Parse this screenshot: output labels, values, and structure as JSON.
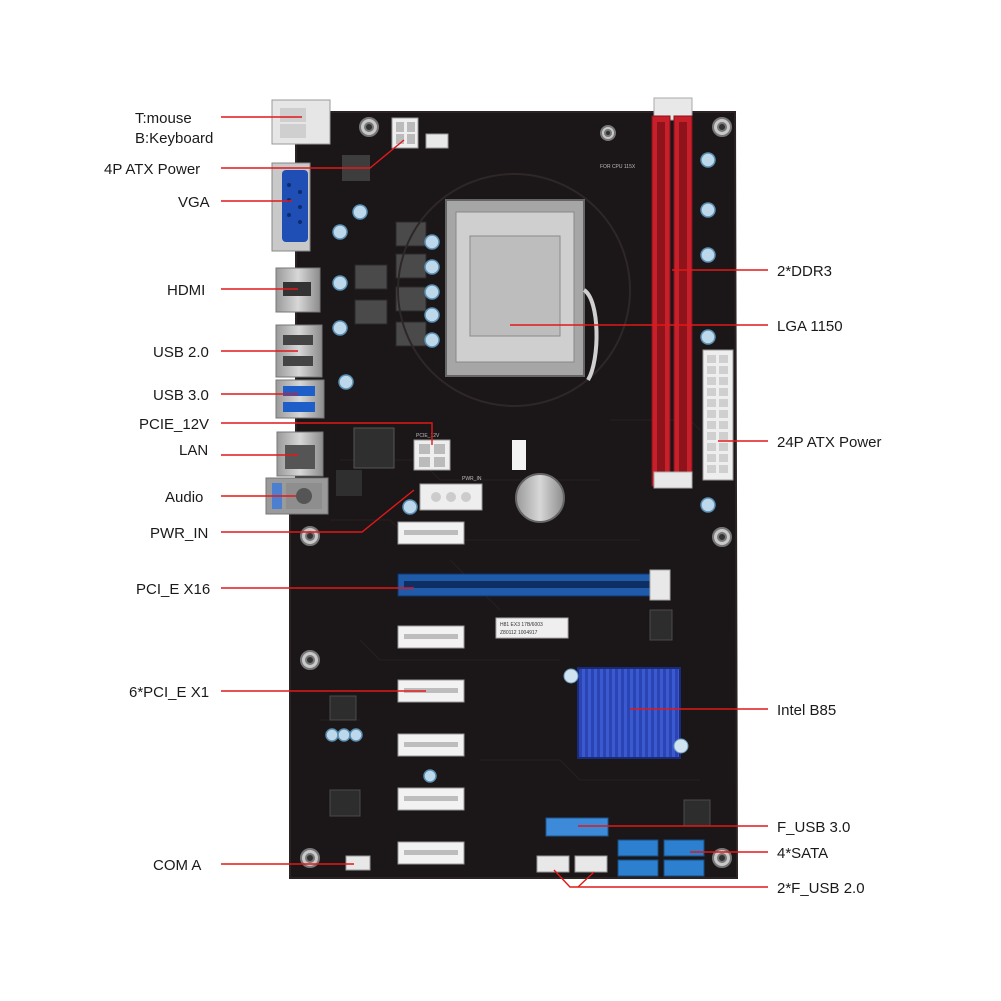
{
  "colors": {
    "pcb": "#1b1617",
    "pcb_edge": "#2a2223",
    "ddr_slot": "#c8202a",
    "pcie_x16_slot": "#1f5ba8",
    "pcie_x1_slot": "#f2f2f2",
    "heatsink": "#2a3fa8",
    "sata": "#2d7fcf",
    "leader_line": "#e11919"
  },
  "labels": {
    "mouse_keyboard_top": "T:mouse",
    "mouse_keyboard_bottom": "B:Keyboard",
    "atx4p": "4P ATX Power",
    "vga": "VGA",
    "hdmi": "HDMI",
    "usb2": "USB 2.0",
    "usb3": "USB 3.0",
    "pcie12v": "PCIE_12V",
    "lan": "LAN",
    "audio": "Audio",
    "pwr_in": "PWR_IN",
    "pcie_x16": "PCI_E X16",
    "pcie_x1": "6*PCI_E X1",
    "com_a": "COM A",
    "ddr3": "2*DDR3",
    "lga": "LGA 1150",
    "atx24p": "24P ATX Power",
    "b85": "Intel B85",
    "fusb3": "F_USB 3.0",
    "sata": "4*SATA",
    "fusb2": "2*F_USB 2.0"
  },
  "board_text": {
    "cpu_note": "FOR CPU 115X",
    "sticker_1": "H81 EX3 17B/6003",
    "sticker_2": "Z80112 1004917",
    "pcie12v_tag": "PCIE_12V",
    "pwr_in_tag": "PWR_IN"
  }
}
